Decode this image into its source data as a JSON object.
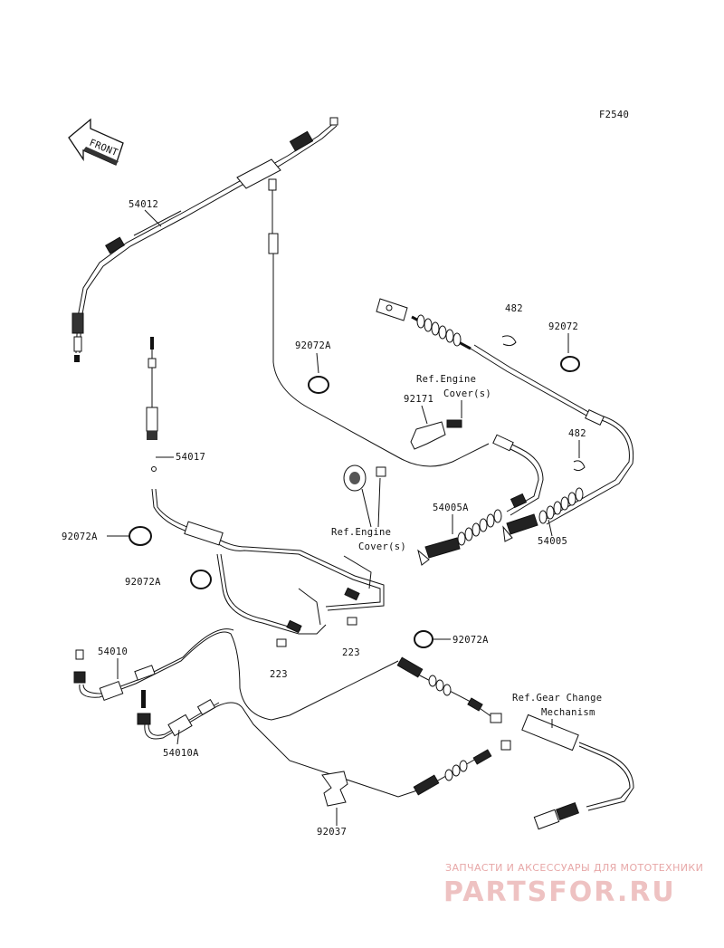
{
  "figure_code": "F2540",
  "front_arrow_label": "FRONT",
  "parts": {
    "p54012": "54012",
    "p54017": "54017",
    "p92072A_upper": "92072A",
    "p482_upper": "482",
    "p92072_right": "92072",
    "p92171": "92171",
    "ref_engine_cover_top_line1": "Ref.Engine",
    "ref_engine_cover_top_line2": "Cover(s)",
    "p482_mid": "482",
    "p54005A": "54005A",
    "p54005": "54005",
    "p92072A_left": "92072A",
    "ref_engine_cover_mid_line1": "Ref.Engine",
    "ref_engine_cover_mid_line2": "Cover(s)",
    "p92072A_mid": "92072A",
    "p92072A_lower": "92072A",
    "p223_a": "223",
    "p223_b": "223",
    "p54010": "54010",
    "p54010A": "54010A",
    "ref_gear_change_line1": "Ref.Gear Change",
    "ref_gear_change_line2": "Mechanism",
    "p92037": "92037"
  },
  "watermark": {
    "tagline": "ЗАПЧАСТИ И АКСЕССУАРЫ ДЛЯ МОТОТЕХНИКИ",
    "brand": "PARTSFOR.RU"
  }
}
